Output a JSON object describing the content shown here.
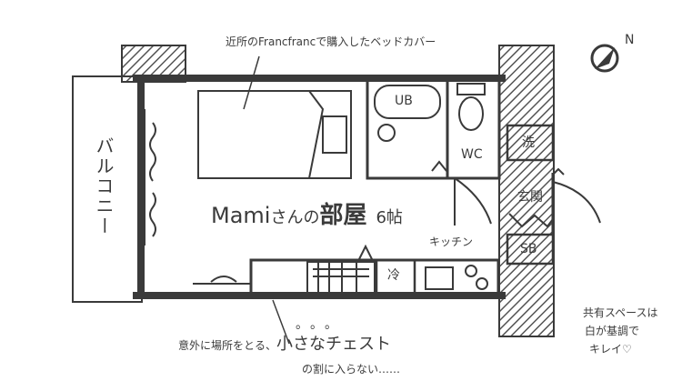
{
  "annotations": {
    "bed_cover": "近所のFrancfrancで購入したベッドカバー",
    "chest_prefix": "意外に場所をとる、",
    "chest_highlight": "小さなチェスト",
    "chest_line2": "の割に入らない……",
    "chest_dots": "。。。",
    "shared_space_line1": "共有スペースは",
    "shared_space_line2": "白が基調で",
    "shared_space_line3": "キレイ♡"
  },
  "rooms": {
    "title_name": "Mami",
    "title_san": "さんの",
    "title_room": "部屋",
    "title_size": "6帖",
    "balcony": "バルコニー",
    "bath": "UB",
    "toilet": "WC",
    "washer": "洗",
    "entrance": "玄関",
    "shoe_box": "SB",
    "kitchen": "キッチン",
    "fridge": "冷"
  },
  "compass": {
    "label": "N",
    "icon": "compass-icon"
  },
  "colors": {
    "ink": "#3a3a3a",
    "hatch": "#555555",
    "background": "#ffffff"
  }
}
